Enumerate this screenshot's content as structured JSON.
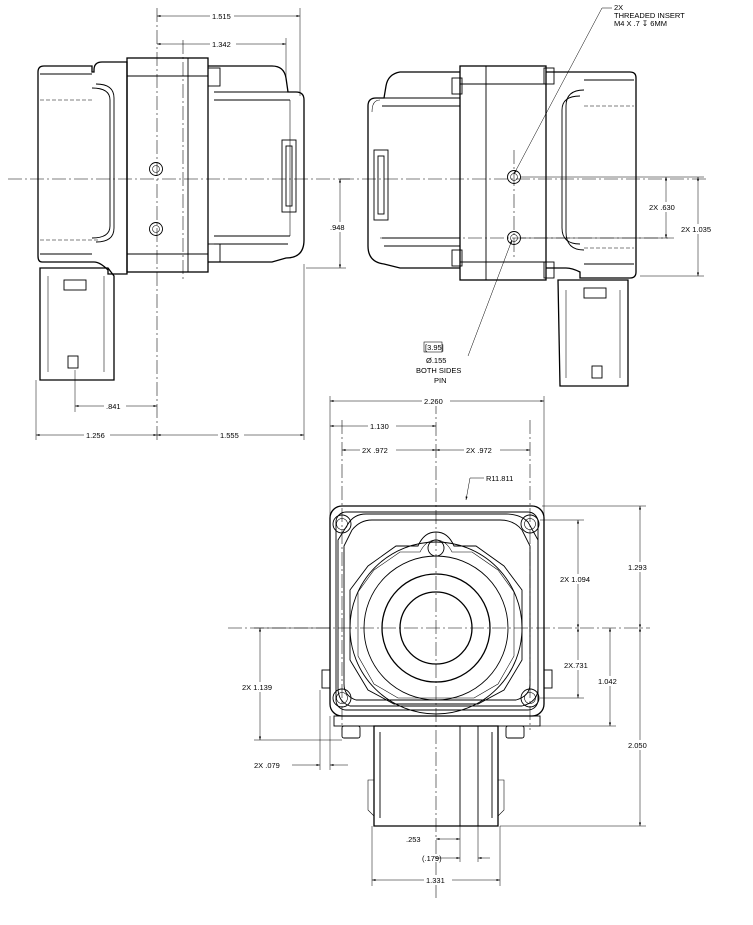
{
  "drawing": {
    "left_view": {
      "dims": {
        "overall_depth": "1.515",
        "body_depth": "1.342",
        "height_offset": ".948",
        "connector_offset": ".841",
        "left_extent": "1.256",
        "right_extent": "1.555"
      }
    },
    "right_view": {
      "insert_note": {
        "line1": "2X",
        "line2": "THREADED INSERT",
        "line3": "M4 X .7 ↧ 6MM"
      },
      "pin_note": {
        "line1": "[3.95]",
        "line2": "Ø.155",
        "line3": "BOTH SIDES",
        "line4": "PIN"
      },
      "dims": {
        "hole_spacing": "2X .630",
        "hole_height": "2X 1.035"
      }
    },
    "front_view": {
      "dims": {
        "overall_width": "2.260",
        "half_width": "1.130",
        "hole_left": "2X .972",
        "hole_right": "2X .972",
        "radius": "R11.811",
        "top_height": "1.293",
        "hole_vertical": "2X 1.094",
        "hole_lower": "2X.731",
        "center_offset": "1.042",
        "left_height": "2X 1.139",
        "bottom_height": "2.050",
        "flange_width": "2X .079",
        "pin_offset": ".253",
        "pin_width": "(.179)",
        "connector_width": "1.331"
      }
    }
  }
}
